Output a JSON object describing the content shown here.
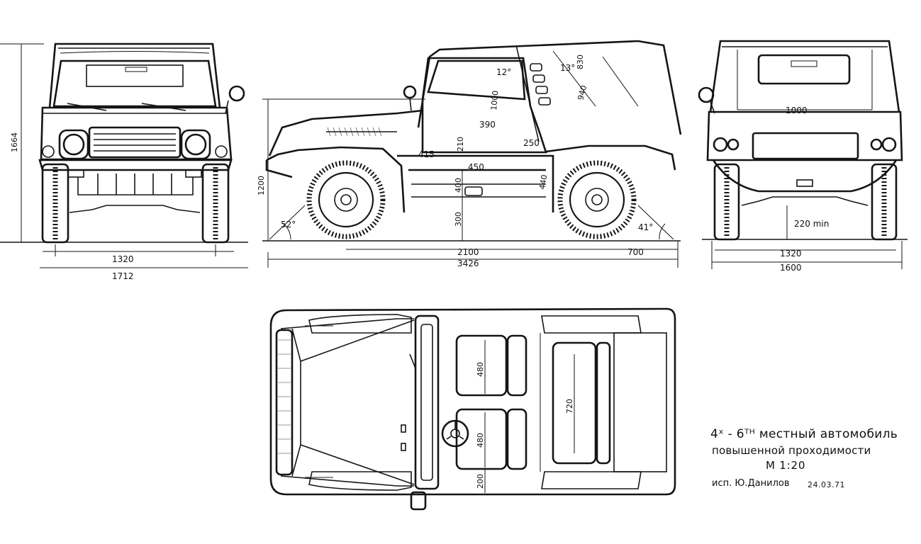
{
  "front_view": {
    "dims": {
      "height": "1664",
      "track": "1320",
      "width": "1712"
    }
  },
  "side_view": {
    "dims": {
      "height": "1200",
      "wheelbase": "2100",
      "length": "3426",
      "rear_overhang": "700",
      "approach_angle": "52°",
      "departure_angle": "41°",
      "ground_clearance": "300",
      "d_830": "830",
      "d_940": "940",
      "d_1000": "1000",
      "d_390": "390",
      "d_210": "210",
      "d_450": "450",
      "d_400": "400",
      "d_415": "415",
      "d_250": "250",
      "d_440": "440",
      "windshield_angle": "12°",
      "rear_angle": "13°"
    }
  },
  "rear_view": {
    "dims": {
      "inner_width": "1000",
      "ground_clearance": "220 min",
      "track": "1320",
      "width": "1600"
    }
  },
  "top_view": {
    "dims": {
      "front_seat_top": "480",
      "front_seat_bottom": "480",
      "rear_seat": "720",
      "seat_gap": "200"
    }
  },
  "title_block": {
    "line1": "4ˣ - 6ᵀᴴ местный автомобиль",
    "line2": "повышенной проходимости",
    "scale": "М 1:20",
    "author": "исп. Ю.Данилов",
    "date": "24.03.71"
  }
}
